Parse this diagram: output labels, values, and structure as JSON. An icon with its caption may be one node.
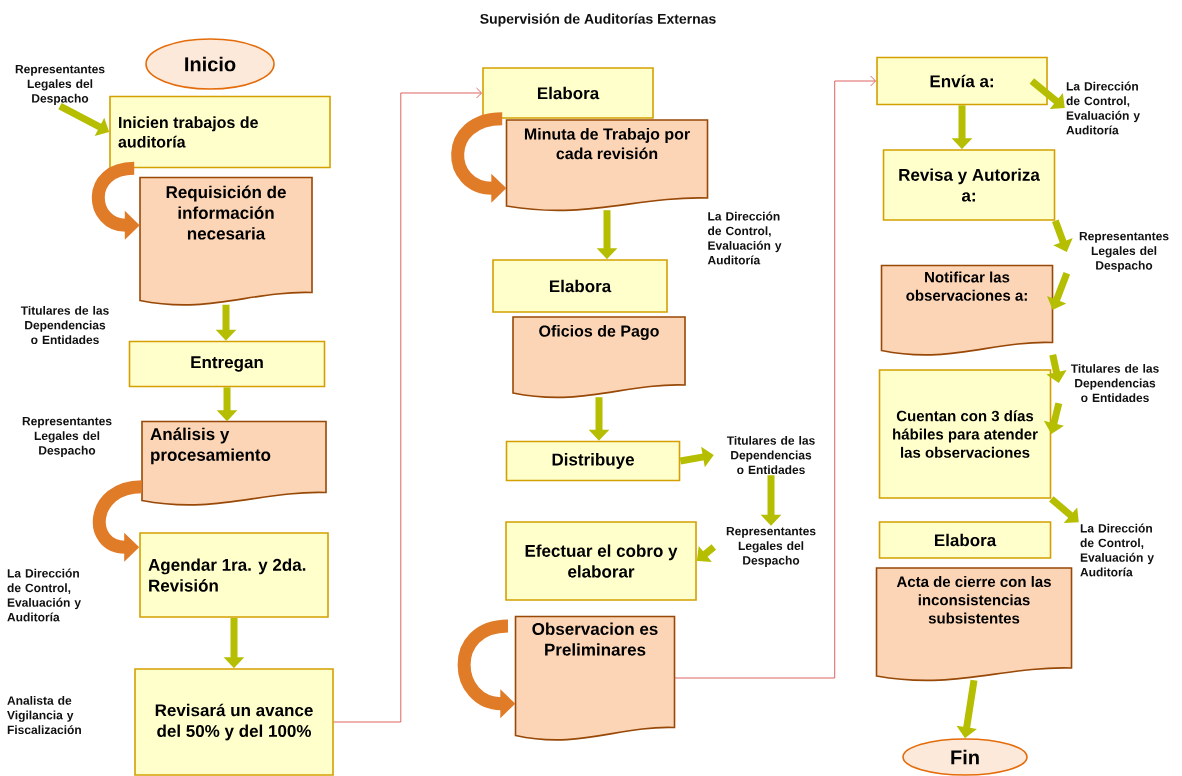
{
  "diagram": {
    "title": "Supervisión de Auditorías Externas",
    "nodes": [
      {
        "text": [
          "Inicio"
        ]
      },
      {
        "text": [
          "Inicien trabajos de auditoría"
        ]
      },
      {
        "text": [
          "Requisición de información necesaria"
        ]
      },
      {
        "text": [
          "Entregan"
        ]
      },
      {
        "text": [
          "Análisis y procesamiento"
        ]
      },
      {
        "text": [
          "Agendar 1ra. y 2da. Revisión"
        ]
      },
      {
        "text": [
          "Revisará un avance del 50% y del 100%"
        ]
      },
      {
        "text": [
          "Representantes Legales del Despacho"
        ]
      },
      {
        "text": [
          "Elabora"
        ]
      },
      {
        "text": [
          "Minuta de Trabajo por cada revisión"
        ]
      },
      {
        "text": [
          "Elabora"
        ]
      },
      {
        "text": [
          "Oficios de Pago"
        ]
      },
      {
        "text": [
          "Distribuye"
        ]
      },
      {
        "text": [
          "Efectuar el cobro y elaborar"
        ]
      },
      {
        "text": [
          "Observacion es Preliminares"
        ]
      },
      {
        "text": [
          "Titulares de las Dependencias o Entidades"
        ]
      },
      {
        "text": [
          "Representantes Legales del Despacho"
        ]
      },
      {
        "text": [
          "Envía a:"
        ]
      },
      {
        "text": [
          "Revisa y Autoriza a:"
        ]
      },
      {
        "text": [
          "Notificar las observaciones a:"
        ]
      },
      {
        "text": [
          "Cuentan con 3 días hábiles para atender las observaciones"
        ]
      },
      {
        "text": [
          "Elabora"
        ]
      },
      {
        "text": [
          "Acta de cierre con las inconsistencias subsistentes"
        ]
      },
      {
        "text": [
          "Fin"
        ]
      },
      {
        "text": [
          "La Dirección de Control, Evaluación y Auditoría"
        ]
      },
      {
        "text": [
          "Representantes Legales del Despacho"
        ]
      },
      {
        "text": [
          "Titulares de las Dependencias o Entidades"
        ]
      },
      {
        "text": [
          "La Dirección de Control, Evaluación y Auditoría"
        ]
      }
    ],
    "edges": [
      {
        "from": 7,
        "to": 1,
        "arrow": "to"
      },
      {
        "from": 1,
        "to": 2,
        "arrow": "to",
        "style": "thick",
        "color": "#e07b28"
      },
      {
        "from": 2,
        "to": 3,
        "arrow": "to"
      },
      {
        "from": 3,
        "to": 4,
        "arrow": "to"
      },
      {
        "from": 4,
        "to": 5,
        "arrow": "to",
        "style": "thick",
        "color": "#e07b28"
      },
      {
        "from": 5,
        "to": 6,
        "arrow": "to"
      },
      {
        "from": 6,
        "to": 8,
        "arrow": "to",
        "color": "#d9534f"
      },
      {
        "from": 8,
        "to": 9,
        "arrow": "to",
        "style": "thick",
        "color": "#e07b28"
      },
      {
        "from": 9,
        "to": 10,
        "arrow": "to"
      },
      {
        "from": 11,
        "to": 12,
        "arrow": "to"
      },
      {
        "from": 12,
        "to": 15,
        "arrow": "to"
      },
      {
        "from": 15,
        "to": 16,
        "arrow": "to"
      },
      {
        "from": 16,
        "to": 13,
        "arrow": "to"
      },
      {
        "from": null,
        "to": 14,
        "arrow": "to",
        "style": "thick",
        "color": "#e07b28"
      },
      {
        "from": 14,
        "to": 17,
        "arrow": "to",
        "color": "#d9534f"
      },
      {
        "from": 17,
        "to": 24,
        "arrow": "to"
      },
      {
        "from": 17,
        "to": 18,
        "arrow": "to"
      },
      {
        "from": 18,
        "to": 25,
        "arrow": "to"
      },
      {
        "from": 25,
        "to": 19,
        "arrow": "to"
      },
      {
        "from": 19,
        "to": 26,
        "arrow": "to"
      },
      {
        "from": 26,
        "to": 20,
        "arrow": "to"
      },
      {
        "from": 20,
        "to": 27,
        "arrow": "to"
      },
      {
        "from": 22,
        "to": 23,
        "arrow": "to"
      }
    ],
    "labels": [
      "Titulares de las Dependencias o Entidades",
      "Representantes Legales del Despacho",
      "La Dirección de Control, Evaluación y Auditoría",
      "Analista de Vigilancia y Fiscalización",
      "La Dirección de Control, Evaluación y Auditoría"
    ]
  }
}
